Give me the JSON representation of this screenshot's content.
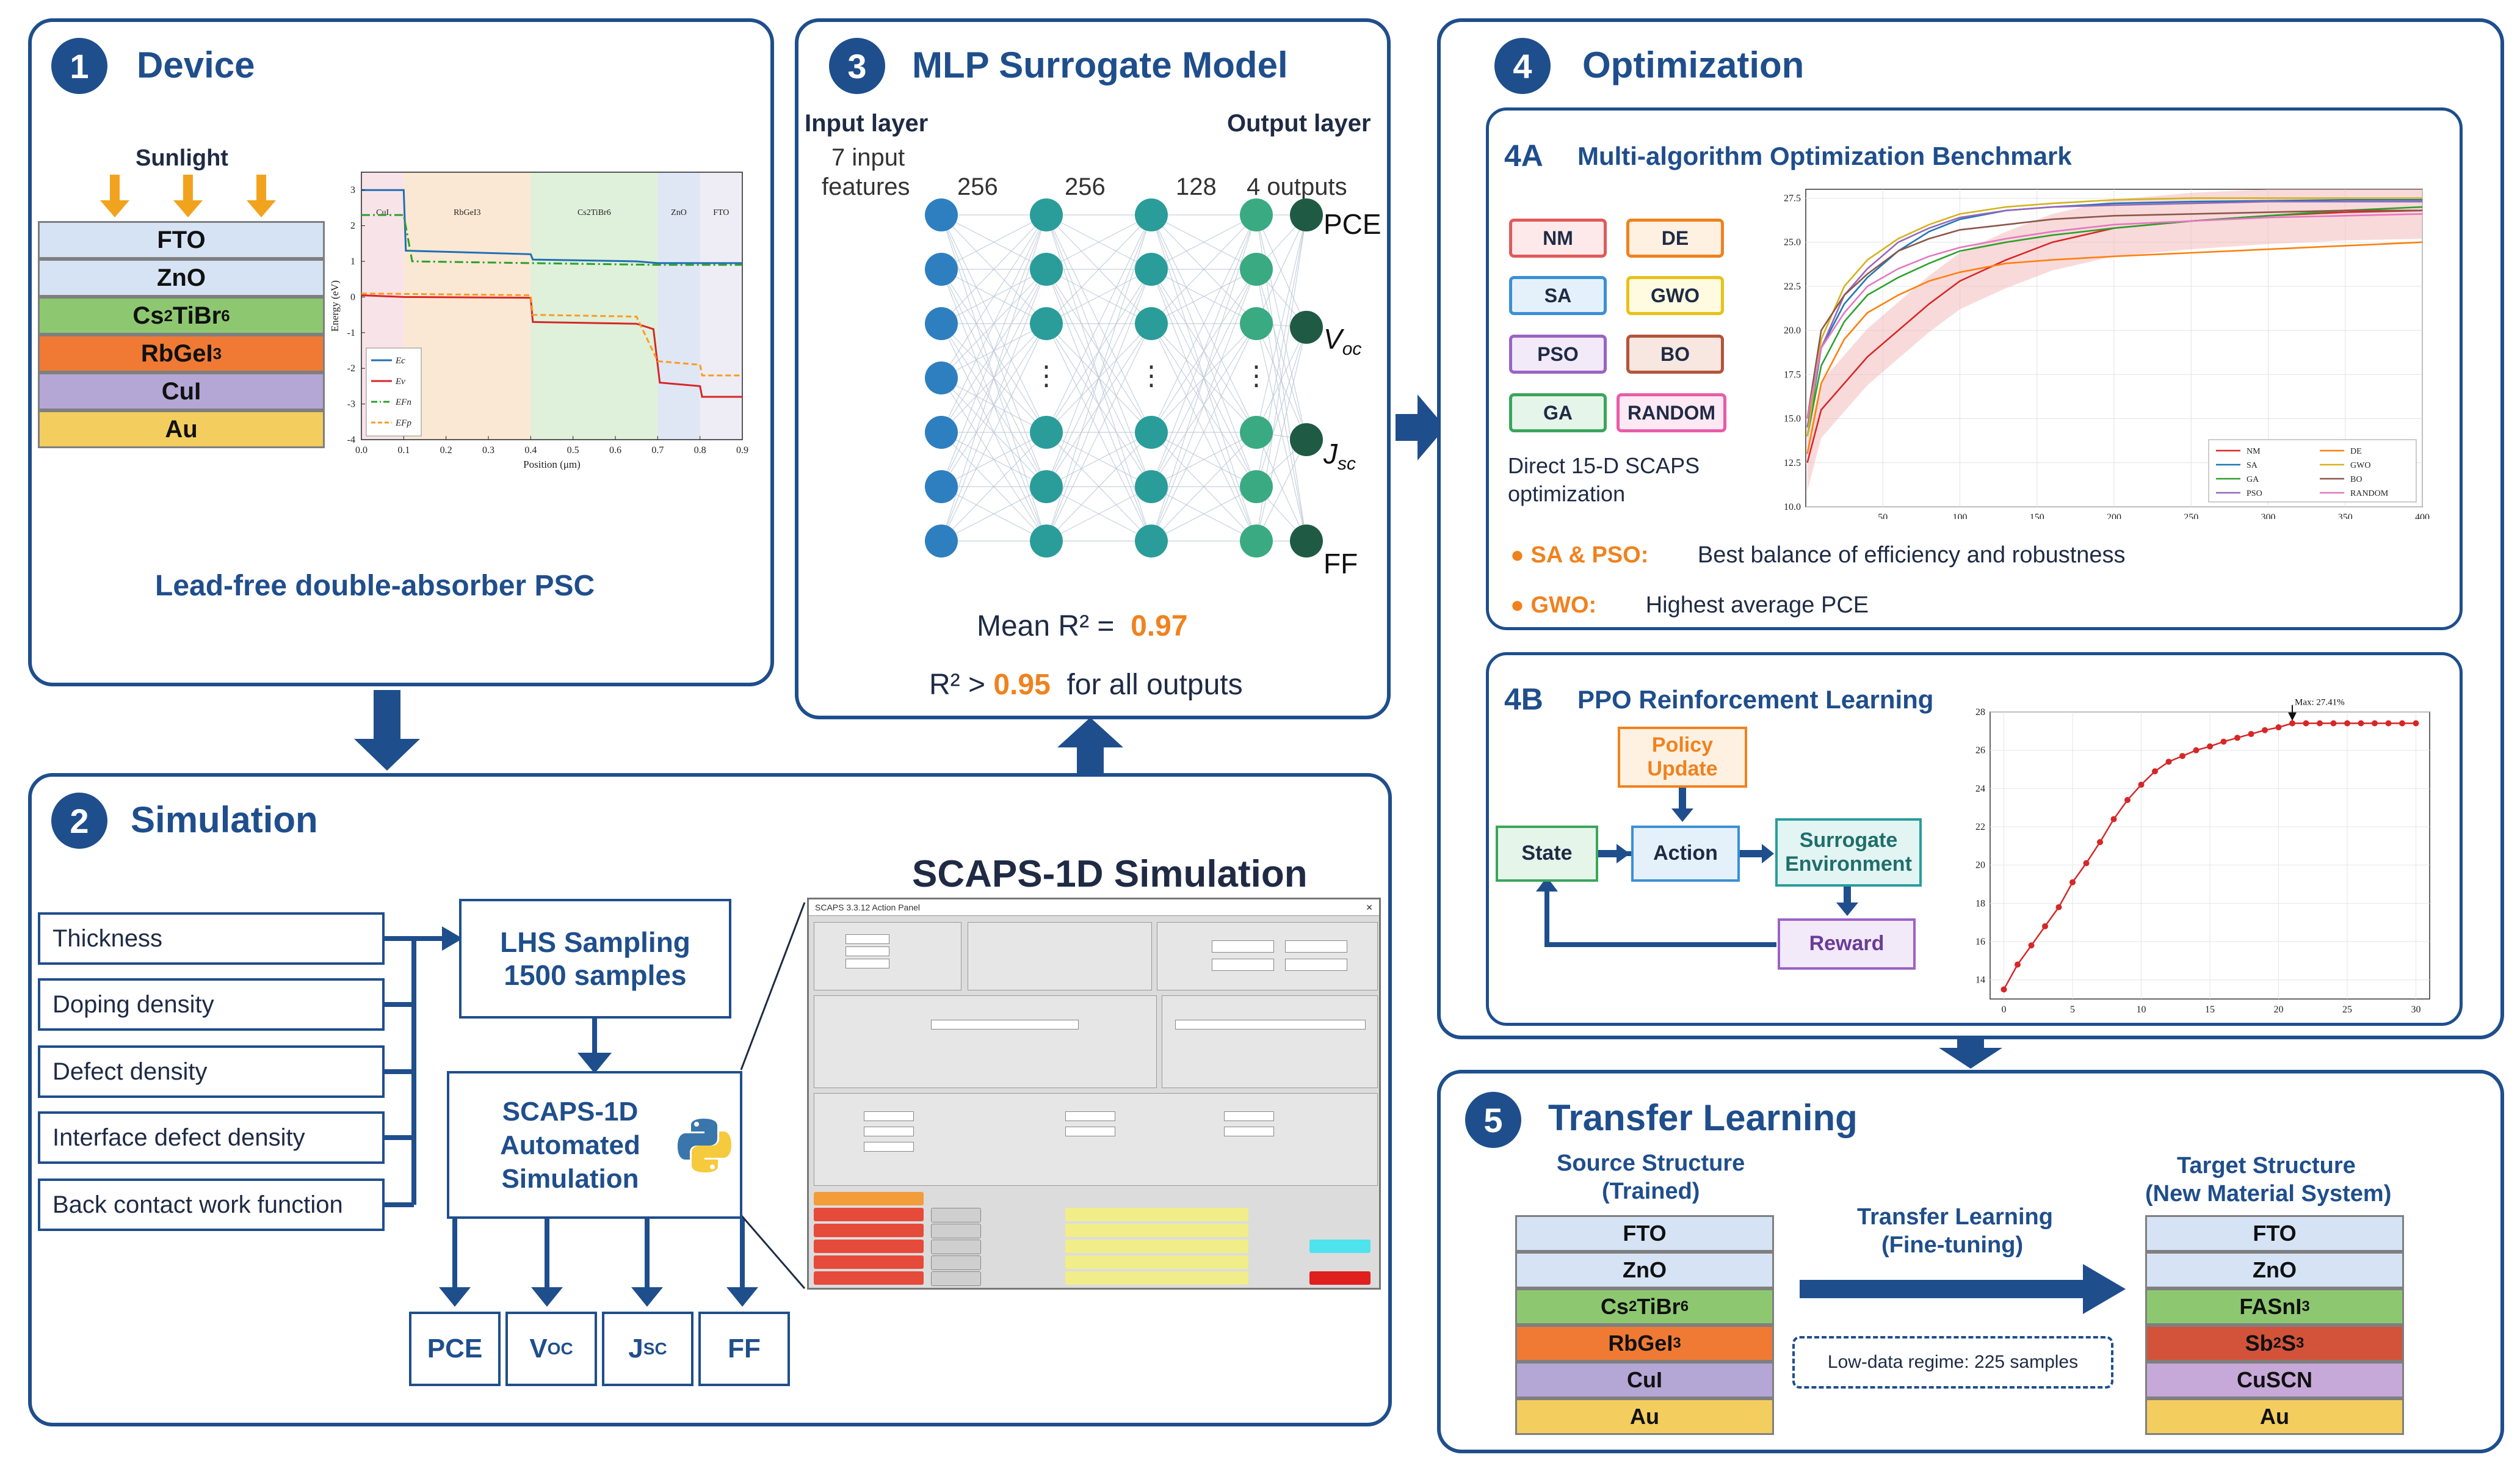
{
  "colors": {
    "primary": "#1f4e8c",
    "accent_orange": "#f0821e",
    "node_blue": "#2e7fbf",
    "node_teal": "#2a9d9a",
    "node_green": "#3aaa83",
    "node_dark": "#1f5a45",
    "fto": "#d5e3f5",
    "cs2tibr6": "#8dc871",
    "rbgei3": "#f07a34",
    "cui": "#b4a7d6",
    "au": "#f3cd5e",
    "sb2s3": "#d2533a",
    "cuscn": "#c6a9d8"
  },
  "panel1": {
    "number": "1",
    "title": "Device",
    "sunlight": "Sunlight",
    "layers": [
      {
        "label": "FTO",
        "sub": "",
        "tail": ""
      },
      {
        "label": "ZnO",
        "sub": "",
        "tail": ""
      },
      {
        "label": "Cs",
        "sub": "2",
        "label2": "TiBr",
        "sub2": "6"
      },
      {
        "label": "RbGeI",
        "sub": "3",
        "tail": ""
      },
      {
        "label": "CuI",
        "sub": "",
        "tail": ""
      },
      {
        "label": "Au",
        "sub": "",
        "tail": ""
      }
    ],
    "caption": "Lead-free double-absorber PSC"
  },
  "band_diagram": {
    "ylabel": "Energy (eV)",
    "xlabel": "Position (μm)",
    "regions": [
      "CuI",
      "RbGeI3",
      "Cs2TiBr6",
      "ZnO",
      "FTO"
    ],
    "x_ticks": [
      "0.0",
      "0.1",
      "0.2",
      "0.3",
      "0.4",
      "0.5",
      "0.6",
      "0.7",
      "0.8",
      "0.9"
    ],
    "y_ticks": [
      "3",
      "2",
      "1",
      "0",
      "-1",
      "-2",
      "-3",
      "-4"
    ],
    "xlim": [
      0,
      0.9
    ],
    "ylim": [
      -4,
      3.5
    ],
    "legend": [
      "Ec",
      "Ev",
      "EFn",
      "EFp"
    ],
    "series": [
      {
        "name": "Ec",
        "color": "#1f6fb4",
        "points": [
          [
            0,
            3.0
          ],
          [
            0.1,
            3.0
          ],
          [
            0.105,
            1.3
          ],
          [
            0.4,
            1.2
          ],
          [
            0.405,
            1.05
          ],
          [
            0.65,
            1.0
          ],
          [
            0.7,
            0.95
          ],
          [
            0.9,
            0.95
          ]
        ]
      },
      {
        "name": "Ev",
        "color": "#d62728",
        "points": [
          [
            0,
            0.05
          ],
          [
            0.1,
            0.0
          ],
          [
            0.4,
            -0.02
          ],
          [
            0.405,
            -0.7
          ],
          [
            0.65,
            -0.75
          ],
          [
            0.69,
            -0.9
          ],
          [
            0.705,
            -2.4
          ],
          [
            0.8,
            -2.5
          ],
          [
            0.805,
            -2.8
          ],
          [
            0.9,
            -2.8
          ]
        ]
      },
      {
        "name": "EFn",
        "color": "#2ca02c",
        "points": [
          [
            0,
            2.3
          ],
          [
            0.1,
            2.3
          ],
          [
            0.12,
            1.0
          ],
          [
            0.4,
            0.95
          ],
          [
            0.7,
            0.9
          ],
          [
            0.9,
            0.9
          ]
        ]
      },
      {
        "name": "EFp",
        "color": "#ff9a1f",
        "points": [
          [
            0,
            0.1
          ],
          [
            0.4,
            0.05
          ],
          [
            0.405,
            -0.5
          ],
          [
            0.65,
            -0.55
          ],
          [
            0.7,
            -1.8
          ],
          [
            0.8,
            -1.9
          ],
          [
            0.805,
            -2.2
          ],
          [
            0.9,
            -2.2
          ]
        ]
      }
    ]
  },
  "panel2": {
    "number": "2",
    "title": "Simulation",
    "inputs": [
      "Thickness",
      "Doping density",
      "Defect density",
      "Interface defect density",
      "Back contact work function"
    ],
    "lhs_line1": "LHS Sampling",
    "lhs_line2": "1500 samples",
    "auto_line1": "SCAPS-1D",
    "auto_line2": "Automated",
    "auto_line3": "Simulation",
    "outputs": [
      {
        "main": "PCE",
        "sub": ""
      },
      {
        "main": "V",
        "sub": "OC"
      },
      {
        "main": "J",
        "sub": "SC"
      },
      {
        "main": "FF",
        "sub": ""
      }
    ],
    "scaps_title": "SCAPS-1D Simulation",
    "scaps_window_title": "SCAPS 3.3.12 Action Panel"
  },
  "panel3": {
    "number": "3",
    "title": "MLP Surrogate Model",
    "input_layer": "Input layer",
    "output_layer": "Output layer",
    "input_desc1": "7 input",
    "input_desc2": "features",
    "hidden_sizes": [
      "256",
      "256",
      "128"
    ],
    "output_desc": "4 outputs",
    "outputs": [
      {
        "main": "PCE",
        "sub": ""
      },
      {
        "main": "V",
        "sub": "oc"
      },
      {
        "main": "J",
        "sub": "sc"
      },
      {
        "main": "FF",
        "sub": ""
      }
    ],
    "ellipsis": "⋮",
    "mean_r2_label": "Mean R² =",
    "mean_r2_value": "0.97",
    "r2_prefix": "R² >",
    "r2_threshold": "0.95",
    "r2_suffix": "for all outputs"
  },
  "panel4": {
    "number": "4",
    "title": "Optimization",
    "sub_a_num": "4A",
    "sub_a_title": "Multi-algorithm Optimization Benchmark",
    "algorithms": [
      {
        "label": "NM",
        "border": "#e05a5a",
        "fill": "#fde9e9"
      },
      {
        "label": "DE",
        "border": "#f0821e",
        "fill": "#fff1e2"
      },
      {
        "label": "SA",
        "border": "#3b8fd6",
        "fill": "#e4f1fb"
      },
      {
        "label": "GWO",
        "border": "#e8c21a",
        "fill": "#fffbe0"
      },
      {
        "label": "PSO",
        "border": "#9a63c4",
        "fill": "#f2e9f9"
      },
      {
        "label": "BO",
        "border": "#b3553a",
        "fill": "#f8e6e0"
      },
      {
        "label": "GA",
        "border": "#3aa55c",
        "fill": "#e6f5ea"
      },
      {
        "label": "RANDOM",
        "border": "#e95ba8",
        "fill": "#fde9f3"
      }
    ],
    "direct_line1": "Direct 15-D SCAPS",
    "direct_line2": "optimization",
    "bullet1_key": "SA & PSO:",
    "bullet1_text": "Best balance of efficiency and robustness",
    "bullet2_key": "GWO:",
    "bullet2_text": "Highest average PCE",
    "sub_b_num": "4B",
    "sub_b_title": "PPO Reinforcement Learning",
    "policy_line1": "Policy",
    "policy_line2": "Update",
    "state": "State",
    "action": "Action",
    "env_line1": "Surrogate",
    "env_line2": "Environment",
    "reward": "Reward"
  },
  "chart_data": [
    {
      "type": "line",
      "title": "",
      "xlabel": "",
      "ylabel": "",
      "xlim": [
        0,
        400
      ],
      "ylim": [
        10,
        28
      ],
      "x_ticks": [
        50,
        100,
        150,
        200,
        250,
        300,
        350,
        400
      ],
      "y_ticks": [
        "10.0",
        "12.5",
        "15.0",
        "17.5",
        "20.0",
        "22.5",
        "25.0",
        "27.5"
      ],
      "grid": true,
      "legend_placement": "bottom-right",
      "series": [
        {
          "name": "NM",
          "color": "#d62728",
          "x": [
            1,
            10,
            25,
            40,
            60,
            80,
            100,
            130,
            160,
            200,
            250,
            300,
            350,
            400
          ],
          "y": [
            12.5,
            15.5,
            17.0,
            18.5,
            20.0,
            21.5,
            22.8,
            24.0,
            25.0,
            25.8,
            26.2,
            26.5,
            26.7,
            26.8
          ]
        },
        {
          "name": "SA",
          "color": "#1f77b4",
          "x": [
            1,
            10,
            25,
            40,
            60,
            80,
            100,
            130,
            160,
            200,
            250,
            300,
            350,
            400
          ],
          "y": [
            14.0,
            19.0,
            21.5,
            23.0,
            24.5,
            25.6,
            26.3,
            26.8,
            27.0,
            27.2,
            27.3,
            27.35,
            27.4,
            27.4
          ]
        },
        {
          "name": "GA",
          "color": "#2ca02c",
          "x": [
            1,
            10,
            25,
            40,
            60,
            80,
            100,
            130,
            160,
            200,
            250,
            300,
            350,
            400
          ],
          "y": [
            14.0,
            18.0,
            20.5,
            22.0,
            23.0,
            23.8,
            24.5,
            25.0,
            25.4,
            25.8,
            26.2,
            26.5,
            26.8,
            27.0
          ]
        },
        {
          "name": "PSO",
          "color": "#9467bd",
          "x": [
            1,
            10,
            25,
            40,
            60,
            80,
            100,
            130,
            160,
            200,
            250,
            300,
            350,
            400
          ],
          "y": [
            14.5,
            19.0,
            22.0,
            23.5,
            25.0,
            25.8,
            26.4,
            26.8,
            27.0,
            27.1,
            27.2,
            27.3,
            27.3,
            27.3
          ]
        },
        {
          "name": "DE",
          "color": "#ff7f0e",
          "x": [
            1,
            10,
            25,
            40,
            60,
            80,
            100,
            130,
            160,
            200,
            250,
            300,
            350,
            400
          ],
          "y": [
            13.0,
            17.0,
            19.5,
            21.0,
            22.0,
            22.8,
            23.3,
            23.8,
            24.0,
            24.2,
            24.4,
            24.6,
            24.8,
            25.0
          ]
        },
        {
          "name": "GWO",
          "color": "#d4b21a",
          "x": [
            1,
            10,
            25,
            40,
            60,
            80,
            100,
            130,
            160,
            200,
            250,
            300,
            350,
            400
          ],
          "y": [
            14.0,
            19.5,
            22.5,
            24.0,
            25.2,
            26.0,
            26.6,
            27.0,
            27.2,
            27.4,
            27.5,
            27.5,
            27.5,
            27.5
          ]
        },
        {
          "name": "BO",
          "color": "#8c564b",
          "x": [
            1,
            10,
            25,
            40,
            60,
            80,
            100,
            130,
            160,
            200,
            250,
            300,
            350,
            400
          ],
          "y": [
            15.0,
            20.0,
            22.0,
            23.2,
            24.5,
            25.2,
            25.7,
            26.0,
            26.3,
            26.5,
            26.6,
            26.7,
            26.8,
            26.8
          ]
        },
        {
          "name": "RANDOM",
          "color": "#e377c2",
          "x": [
            1,
            10,
            25,
            40,
            60,
            80,
            100,
            130,
            160,
            200,
            250,
            300,
            350,
            400
          ],
          "y": [
            15.0,
            19.0,
            21.0,
            22.5,
            23.5,
            24.2,
            24.7,
            25.2,
            25.6,
            26.0,
            26.2,
            26.4,
            26.5,
            26.6
          ]
        }
      ]
    },
    {
      "type": "line",
      "title": "",
      "xlabel": "",
      "ylabel": "",
      "xlim": [
        -1,
        31
      ],
      "ylim": [
        13,
        28
      ],
      "x_ticks": [
        0,
        5,
        10,
        15,
        20,
        25,
        30
      ],
      "y_ticks": [
        14,
        16,
        18,
        20,
        22,
        24,
        26,
        28
      ],
      "grid": true,
      "annotation": "Max: 27.41%",
      "series": [
        {
          "name": "",
          "color": "#d62728",
          "x": [
            0,
            1,
            2,
            3,
            4,
            5,
            6,
            7,
            8,
            9,
            10,
            11,
            12,
            13,
            14,
            15,
            16,
            17,
            18,
            19,
            20,
            21,
            22,
            23,
            24,
            25,
            26,
            27,
            28,
            29,
            30
          ],
          "y": [
            13.5,
            14.8,
            15.8,
            16.8,
            17.8,
            19.1,
            20.1,
            21.2,
            22.4,
            23.4,
            24.2,
            24.9,
            25.4,
            25.7,
            26.0,
            26.2,
            26.45,
            26.65,
            26.85,
            27.05,
            27.2,
            27.41,
            27.41,
            27.41,
            27.41,
            27.41,
            27.41,
            27.41,
            27.41,
            27.41,
            27.41
          ]
        }
      ]
    }
  ],
  "panel5": {
    "number": "5",
    "title": "Transfer Learning",
    "source_line1": "Source Structure",
    "source_line2": "(Trained)",
    "target_line1": "Target Structure",
    "target_line2": "(New Material System)",
    "source_layers": [
      {
        "label": "FTO",
        "sub": "",
        "tail": ""
      },
      {
        "label": "ZnO",
        "sub": "",
        "tail": ""
      },
      {
        "label": "Cs",
        "sub": "2",
        "label2": "TiBr",
        "sub2": "6"
      },
      {
        "label": "RbGeI",
        "sub": "3",
        "tail": ""
      },
      {
        "label": "CuI",
        "sub": "",
        "tail": ""
      },
      {
        "label": "Au",
        "sub": "",
        "tail": ""
      }
    ],
    "target_layers": [
      {
        "label": "FTO",
        "sub": "",
        "tail": ""
      },
      {
        "label": "ZnO",
        "sub": "",
        "tail": ""
      },
      {
        "label": "FASnI",
        "sub": "3",
        "tail": ""
      },
      {
        "label": "Sb",
        "sub": "2",
        "label2": "S",
        "sub2": "3"
      },
      {
        "label": "CuSCN",
        "sub": "",
        "tail": ""
      },
      {
        "label": "Au",
        "sub": "",
        "tail": ""
      }
    ],
    "tl_line1": "Transfer Learning",
    "tl_line2": "(Fine-tuning)",
    "low_data": "Low-data regime: 225 samples"
  }
}
